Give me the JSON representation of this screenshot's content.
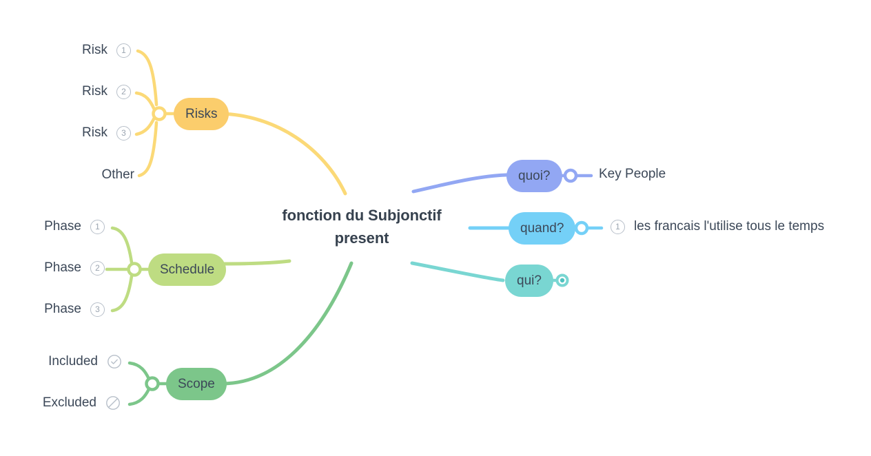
{
  "central": {
    "title": "fonction du Subjonctif present"
  },
  "colors": {
    "risks": "#FBCD6C",
    "schedule": "#BEDC82",
    "scope": "#7CC68A",
    "quoi": "#92A7F3",
    "quand": "#74D0F7",
    "qui": "#79D6D2",
    "text": "#3c4858",
    "badge": "#b7bfc9",
    "background": "#ffffff"
  },
  "branches": {
    "risks": {
      "label": "Risks",
      "children": [
        {
          "label": "Risk",
          "badge": "1",
          "badge_type": "number"
        },
        {
          "label": "Risk",
          "badge": "2",
          "badge_type": "number"
        },
        {
          "label": "Risk",
          "badge": "3",
          "badge_type": "number"
        },
        {
          "label": "Other",
          "badge": "",
          "badge_type": "none"
        }
      ]
    },
    "schedule": {
      "label": "Schedule",
      "children": [
        {
          "label": "Phase",
          "badge": "1",
          "badge_type": "number"
        },
        {
          "label": "Phase",
          "badge": "2",
          "badge_type": "number"
        },
        {
          "label": "Phase",
          "badge": "3",
          "badge_type": "number"
        }
      ]
    },
    "scope": {
      "label": "Scope",
      "children": [
        {
          "label": "Included",
          "badge": "",
          "badge_type": "check-circle-icon"
        },
        {
          "label": "Excluded",
          "badge": "",
          "badge_type": "ban-circle-icon"
        }
      ]
    },
    "quoi": {
      "label": "quoi?",
      "children": [
        {
          "label": "Key People",
          "badge": "",
          "badge_type": "none"
        }
      ]
    },
    "quand": {
      "label": "quand?",
      "children": [
        {
          "label": "les francais l'utilise tous le temps",
          "badge": "1",
          "badge_type": "number"
        }
      ]
    },
    "qui": {
      "label": "qui?",
      "children": []
    }
  }
}
